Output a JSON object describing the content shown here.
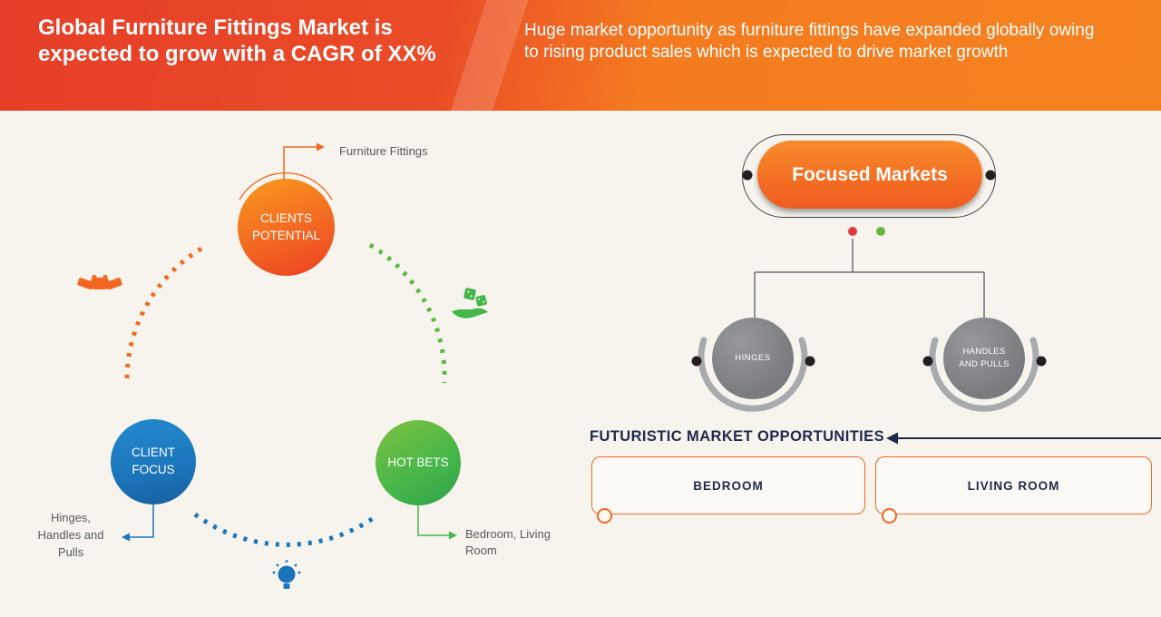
{
  "header": {
    "title": "Global Furniture Fittings Market is expected to grow with a CAGR of XX%",
    "subtitle": "Huge market opportunity as furniture fittings have expanded globally owing to rising product sales which is expected to drive market growth"
  },
  "left_diagram": {
    "clients_potential": {
      "label": "CLIENTS POTENTIAL",
      "callout": "Furniture Fittings"
    },
    "client_focus": {
      "label": "CLIENT FOCUS",
      "callout": "Hinges, Handles and Pulls"
    },
    "hot_bets": {
      "label": "HOT BETS",
      "callout": "Bedroom, Living Room"
    },
    "icons": {
      "handshake": "handshake-icon",
      "dice_in_hand": "dice-in-hand-icon",
      "lightbulb": "lightbulb-icon"
    }
  },
  "right_diagram": {
    "focused_markets": "Focused Markets",
    "branches": [
      {
        "label": "HINGES"
      },
      {
        "label": "HANDLES AND PULLS"
      }
    ],
    "section_title": "FUTURISTIC MARKET OPPORTUNITIES",
    "opportunities": [
      {
        "label": "BEDROOM"
      },
      {
        "label": "LIVING ROOM"
      }
    ],
    "icons": {
      "arrowhead": "left-arrowhead-icon"
    }
  },
  "colors": {
    "header_red": "#e63e28",
    "header_orange": "#f58220",
    "orange": "#f26822",
    "red_orange": "#ee4023",
    "blue": "#1b75bb",
    "green": "#45b649",
    "gray_circle": "#7d7f82",
    "gray_arc": "#a8aaad",
    "navy": "#1e2a4a",
    "cream_bg": "#f7f4ee"
  }
}
